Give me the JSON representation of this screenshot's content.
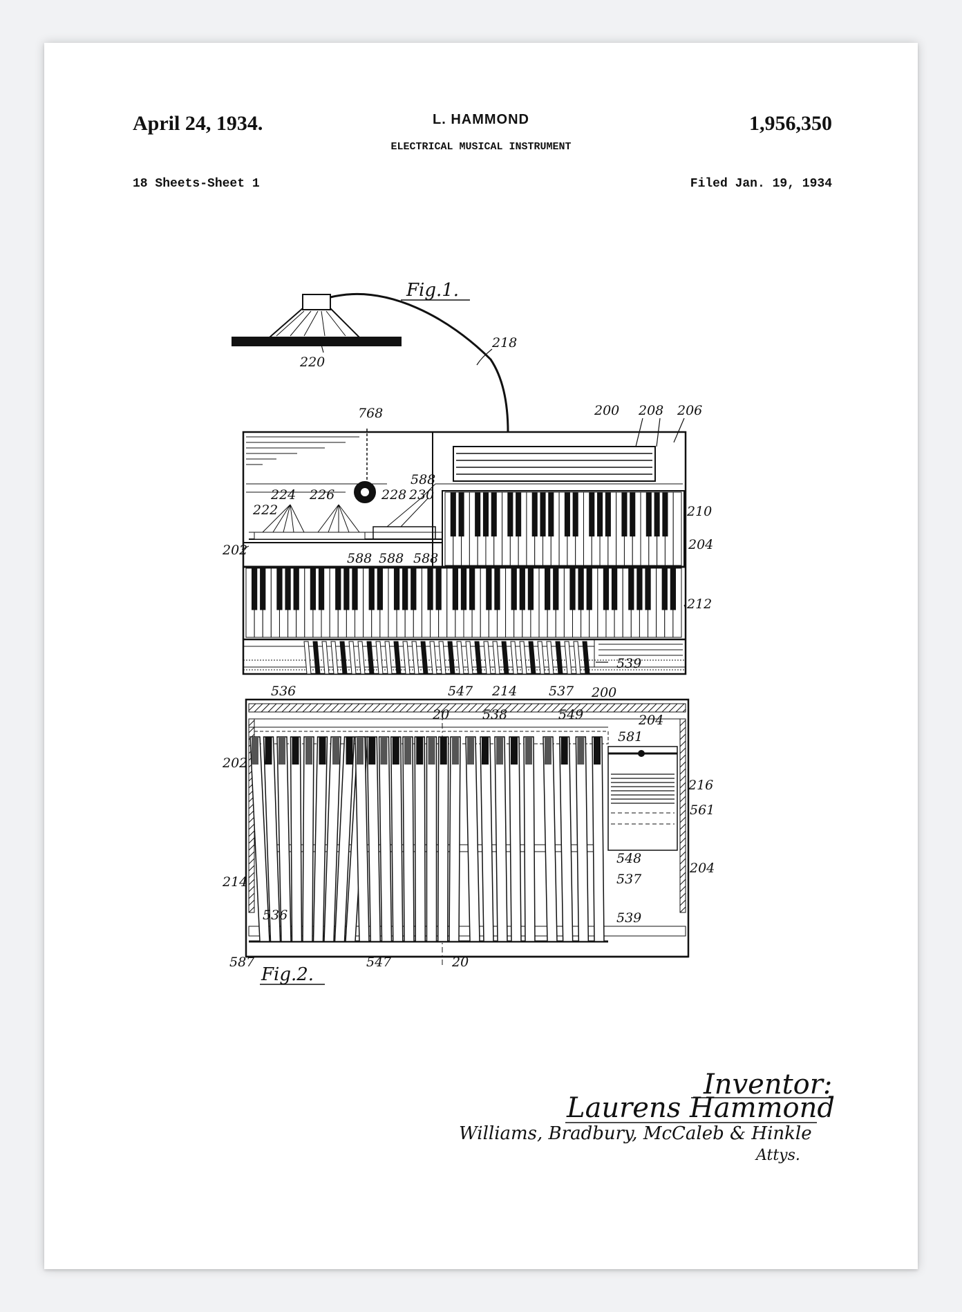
{
  "header": {
    "date": "April 24, 1934.",
    "inventor_name": "L. HAMMOND",
    "patent_number": "1,956,350",
    "title": "ELECTRICAL MUSICAL INSTRUMENT",
    "sheets": "18 Sheets-Sheet 1",
    "filed": "Filed Jan. 19, 1934"
  },
  "figures": {
    "fig1_label": "Fig.1.",
    "fig2_label": "Fig.2."
  },
  "fig1_refs": {
    "r220": "220",
    "r218": "218",
    "r768": "768",
    "r200": "200",
    "r208": "208",
    "r206": "206",
    "r210": "210",
    "r204": "204",
    "r212": "212",
    "r202": "202",
    "r222": "222",
    "r224": "224",
    "r226": "226",
    "r228": "228",
    "r230": "230",
    "r588b": "588",
    "r588": "588",
    "r588a": "588",
    "r588c": "588",
    "r536": "536",
    "r547": "547",
    "r214": "214",
    "r537": "537",
    "r200b": "200",
    "r539": "539"
  },
  "fig2_refs": {
    "r20a": "20",
    "r538": "538",
    "r549": "549",
    "r204": "204",
    "r581": "581",
    "r202": "202",
    "r216": "216",
    "r561": "561",
    "r548": "548",
    "r537": "537",
    "r214": "214",
    "r204b": "204",
    "r536": "536",
    "r539": "539",
    "r547": "547",
    "r20b": "20",
    "r587": "587"
  },
  "signature": {
    "title": "Inventor:",
    "name": "Laurens Hammond",
    "attorneys": "Williams, Bradbury, McCaleb & Hinkle",
    "atty_label": "Attys."
  },
  "colors": {
    "ink": "#111111",
    "paper": "#ffffff",
    "background": "#f1f2f4"
  }
}
